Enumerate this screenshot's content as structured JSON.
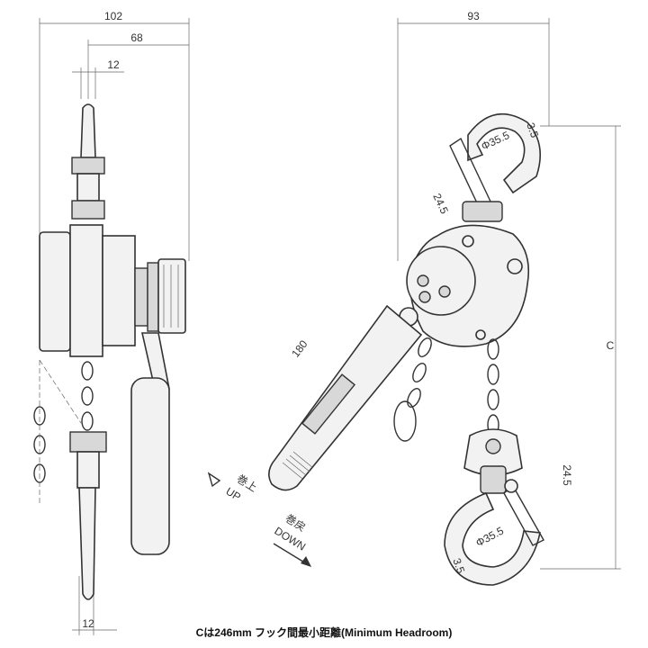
{
  "dimensions": {
    "width_102": "102",
    "width_68": "68",
    "top_12": "12",
    "bottom_12": "12",
    "width_93": "93",
    "handle_180": "180",
    "hook_top_24_5": "24.5",
    "hook_top_dia": "Φ35.5",
    "hook_top_3_5": "3.5",
    "c_label": "C",
    "hook_bot_24_5": "24.5",
    "hook_bot_dia": "Φ35.5",
    "hook_bot_3_5": "3.5"
  },
  "directions": {
    "up_jp": "巻上",
    "up_en": "UP",
    "down_jp": "巻戻",
    "down_en": "DOWN"
  },
  "caption": "Cは246mm フック間最小距離(Minimum Headroom)",
  "colors": {
    "line": "#333333",
    "fill": "#f2f2f2"
  }
}
